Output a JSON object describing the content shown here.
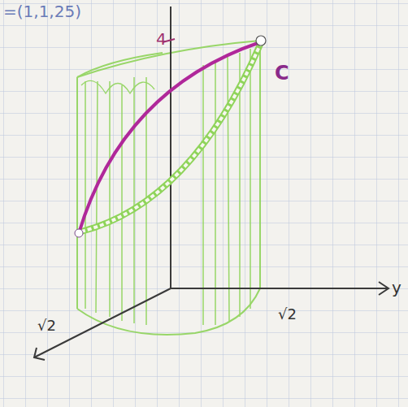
{
  "diagram": {
    "labels": [
      "=(1,1,25)",
      "4",
      "C",
      "√2",
      "√2",
      "y"
    ]
  }
}
